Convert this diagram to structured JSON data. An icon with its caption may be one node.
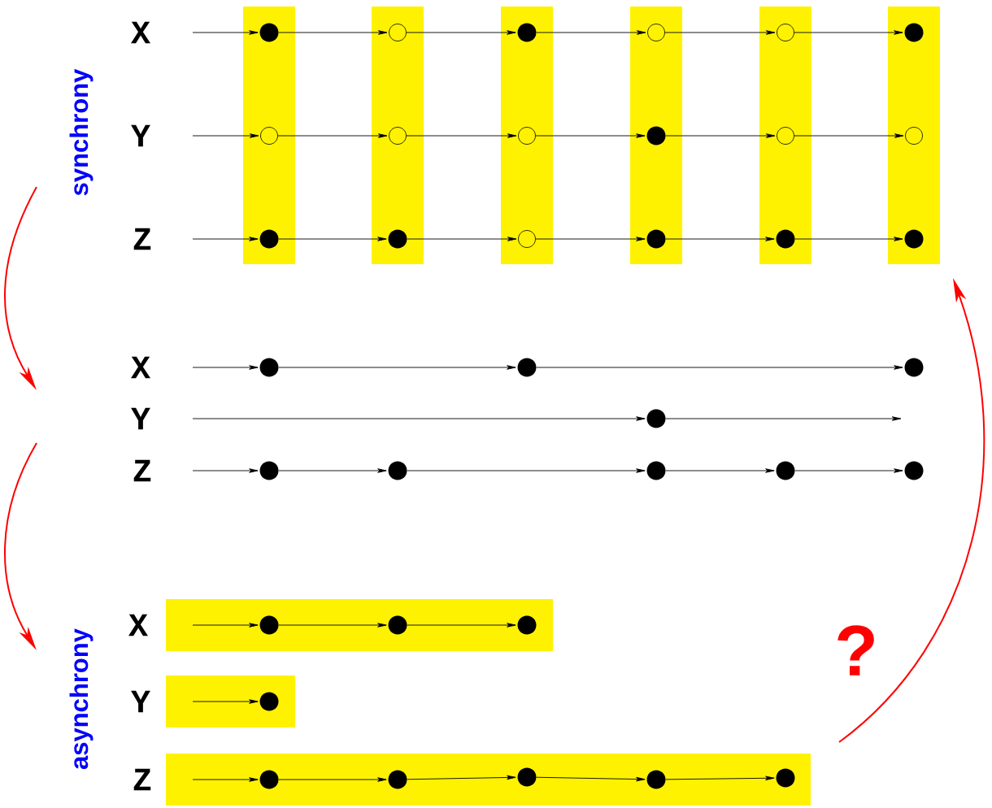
{
  "diagram": {
    "nodes": [
      {
        "text": [],
        "shape": "box"
      },
      {
        "text": [],
        "shape": "dot",
        "in": 0
      },
      {
        "text": [],
        "shape": "circle",
        "in": 0
      },
      {
        "text": [],
        "shape": "dot",
        "in": 0
      },
      {
        "text": [],
        "shape": "box"
      },
      {
        "text": [],
        "shape": "circle",
        "in": 4
      },
      {
        "text": [],
        "shape": "circle",
        "in": 4
      },
      {
        "text": [],
        "shape": "dot",
        "in": 4
      },
      {
        "text": [],
        "shape": "box"
      },
      {
        "text": [],
        "shape": "dot",
        "in": 8
      },
      {
        "text": [],
        "shape": "circle",
        "in": 8
      },
      {
        "text": [],
        "shape": "circle",
        "in": 8
      },
      {
        "text": [],
        "shape": "box"
      },
      {
        "text": [],
        "shape": "circle",
        "in": 12
      },
      {
        "text": [],
        "shape": "dot",
        "in": 12
      },
      {
        "text": [],
        "shape": "dot",
        "in": 12
      },
      {
        "text": [],
        "shape": "box"
      },
      {
        "text": [],
        "shape": "circle",
        "in": 16
      },
      {
        "text": [],
        "shape": "circle",
        "in": 16
      },
      {
        "text": [],
        "shape": "dot",
        "in": 16
      },
      {
        "text": [],
        "shape": "box"
      },
      {
        "text": [],
        "shape": "dot",
        "in": 20
      },
      {
        "text": [],
        "shape": "circle",
        "in": 20
      },
      {
        "text": [],
        "shape": "dot",
        "in": 20
      },
      {
        "text": [],
        "shape": "dot"
      },
      {
        "text": [],
        "shape": "dot"
      },
      {
        "text": [],
        "shape": "dot"
      },
      {
        "text": [],
        "shape": "dot"
      },
      {
        "text": [],
        "shape": "dot"
      },
      {
        "text": [],
        "shape": "dot"
      },
      {
        "text": [],
        "shape": "dot"
      },
      {
        "text": [],
        "shape": "dot"
      },
      {
        "text": [],
        "shape": "dot"
      },
      {
        "text": [],
        "shape": "box"
      },
      {
        "text": [],
        "shape": "dot",
        "in": 33
      },
      {
        "text": [],
        "shape": "dot",
        "in": 33
      },
      {
        "text": [],
        "shape": "dot",
        "in": 33
      },
      {
        "text": [],
        "shape": "box"
      },
      {
        "text": [],
        "shape": "dot",
        "in": 37
      },
      {
        "text": [],
        "shape": "box"
      },
      {
        "text": [],
        "shape": "dot",
        "in": 39
      },
      {
        "text": [],
        "shape": "dot",
        "in": 39
      },
      {
        "text": [],
        "shape": "dot",
        "in": 39
      },
      {
        "text": [],
        "shape": "dot",
        "in": 39
      },
      {
        "text": [],
        "shape": "dot",
        "in": 39
      }
    ],
    "edges": [
      {
        "from": null,
        "to": 1,
        "arrow": "to"
      },
      {
        "from": 1,
        "to": 5,
        "arrow": "to"
      },
      {
        "from": 5,
        "to": 9,
        "arrow": "to"
      },
      {
        "from": 9,
        "to": 13,
        "arrow": "to"
      },
      {
        "from": 13,
        "to": 17,
        "arrow": "to"
      },
      {
        "from": 17,
        "to": 21,
        "arrow": "to"
      },
      {
        "from": null,
        "to": 2,
        "arrow": "to"
      },
      {
        "from": 2,
        "to": 6,
        "arrow": "to"
      },
      {
        "from": 6,
        "to": 10,
        "arrow": "to"
      },
      {
        "from": 10,
        "to": 14,
        "arrow": "to"
      },
      {
        "from": 14,
        "to": 18,
        "arrow": "to"
      },
      {
        "from": 18,
        "to": 22,
        "arrow": "to"
      },
      {
        "from": null,
        "to": 3,
        "arrow": "to"
      },
      {
        "from": 3,
        "to": 7,
        "arrow": "to"
      },
      {
        "from": 7,
        "to": 11,
        "arrow": "to"
      },
      {
        "from": 11,
        "to": 15,
        "arrow": "to"
      },
      {
        "from": 15,
        "to": 19,
        "arrow": "to"
      },
      {
        "from": 19,
        "to": 23,
        "arrow": "to"
      },
      {
        "from": null,
        "to": 24,
        "arrow": "to"
      },
      {
        "from": 24,
        "to": 25,
        "arrow": "to"
      },
      {
        "from": 25,
        "to": 26,
        "arrow": "to"
      },
      {
        "from": null,
        "to": 27,
        "arrow": "to"
      },
      {
        "from": 27,
        "to": null,
        "arrow": "to"
      },
      {
        "from": null,
        "to": 28,
        "arrow": "to"
      },
      {
        "from": 28,
        "to": 29,
        "arrow": "to"
      },
      {
        "from": 29,
        "to": 30,
        "arrow": "to"
      },
      {
        "from": 30,
        "to": 31,
        "arrow": "to"
      },
      {
        "from": 31,
        "to": 32,
        "arrow": "to"
      },
      {
        "from": null,
        "to": 34,
        "arrow": "to"
      },
      {
        "from": 34,
        "to": 35,
        "arrow": "to"
      },
      {
        "from": 35,
        "to": 36,
        "arrow": "to"
      },
      {
        "from": null,
        "to": 38,
        "arrow": "to"
      },
      {
        "from": null,
        "to": 40,
        "arrow": "to"
      },
      {
        "from": 40,
        "to": 41,
        "arrow": "to"
      },
      {
        "from": 41,
        "to": 42,
        "arrow": "to"
      },
      {
        "from": 42,
        "to": 43,
        "arrow": "to"
      },
      {
        "from": 43,
        "to": 44,
        "arrow": "to"
      }
    ],
    "labels": [
      "X",
      "Y",
      "Z",
      "synchrony",
      "X",
      "Y",
      "Z",
      "asynchrony",
      "X",
      "Y",
      "Z",
      "?"
    ]
  }
}
